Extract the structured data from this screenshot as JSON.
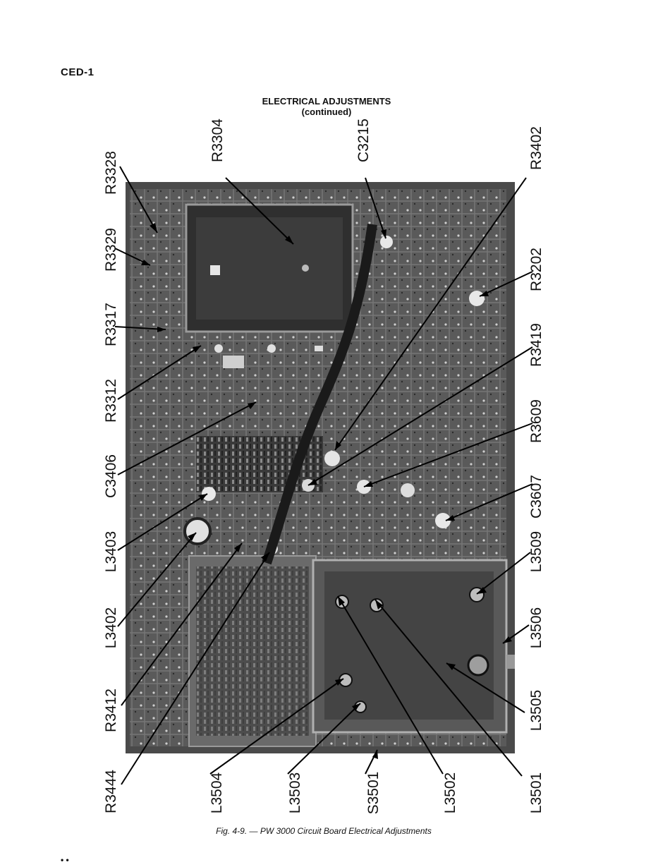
{
  "header": {
    "doc_code": "CED-1"
  },
  "title": {
    "line1": "ELECTRICAL ADJUSTMENTS",
    "line2": "(continued)"
  },
  "caption": "Fig. 4-9. — PW 3000 Circuit Board Electrical Adjustments",
  "footer_marks": "• •",
  "callouts": {
    "r3328": "R3328",
    "r3329": "R3329",
    "r3317": "R3317",
    "r3312": "R3312",
    "c3406": "C3406",
    "l3403": "L3403",
    "l3402": "L3402",
    "r3412": "R3412",
    "r3444": "R3444",
    "r3304": "R3304",
    "c3215": "C3215",
    "r3402": "R3402",
    "r3202": "R3202",
    "r3419": "R3419",
    "r3609": "R3609",
    "c3607": "C3607",
    "l3509": "L3509",
    "l3506": "L3506",
    "l3505": "L3505",
    "l3501": "L3501",
    "l3502": "L3502",
    "s3501": "S3501",
    "l3503": "L3503",
    "l3504": "L3504"
  }
}
